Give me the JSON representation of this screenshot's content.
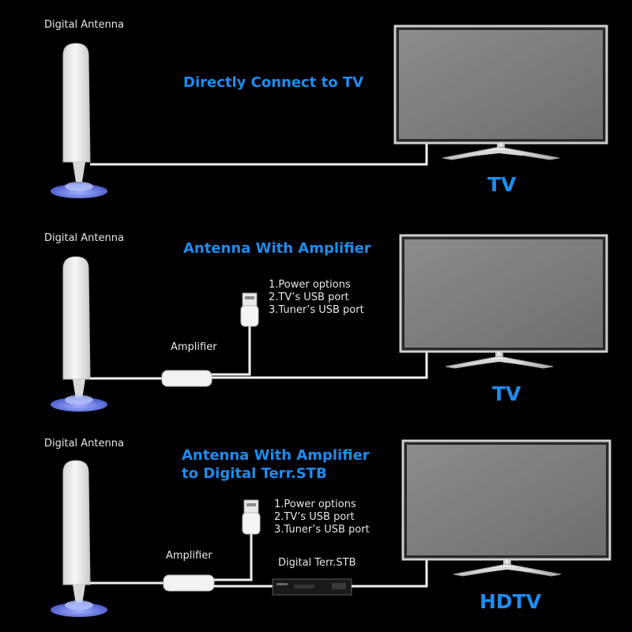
{
  "colors": {
    "accent": "#1e8cf0",
    "background": "#000000",
    "text": "#e6e6e6"
  },
  "panels": [
    {
      "antenna_label": "Digital Antenna",
      "title": "Directly Connect to TV",
      "tv_label": "TV"
    },
    {
      "antenna_label": "Digital Antenna",
      "title": "Antenna With Amplifier",
      "amplifier_label": "Amplifier",
      "options": [
        "1.Power options",
        "2.TV’s USB port",
        "3.Tuner’s USB port"
      ],
      "tv_label": "TV"
    },
    {
      "antenna_label": "Digital Antenna",
      "title_line1": "Antenna With Amplifier",
      "title_line2": "to Digital Terr.STB",
      "amplifier_label": "Amplifier",
      "options": [
        "1.Power options",
        "2.TV’s USB port",
        "3.Tuner’s USB port"
      ],
      "stb_label": "Digital Terr.STB",
      "tv_label": "HDTV"
    }
  ]
}
